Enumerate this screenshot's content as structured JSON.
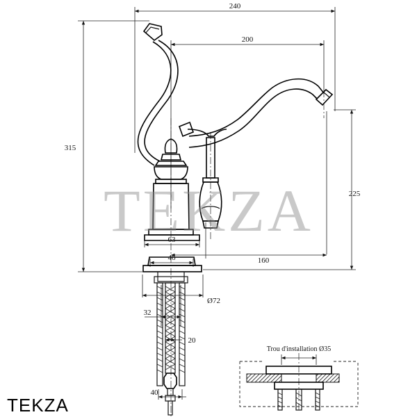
{
  "dimensions": {
    "overall_width": "240",
    "spout_reach": "200",
    "total_height": "315",
    "spout_height": "225",
    "base_width": "63",
    "body_width": "46",
    "spout_offset": "160",
    "flange_diameter": "Ø72",
    "rod_spacing": "32",
    "hose_width": "20",
    "shank_length": "40"
  },
  "install_detail": {
    "title": "Trou d'installation Ø35"
  },
  "watermark": "TEKZA",
  "brand": "TEKZA"
}
